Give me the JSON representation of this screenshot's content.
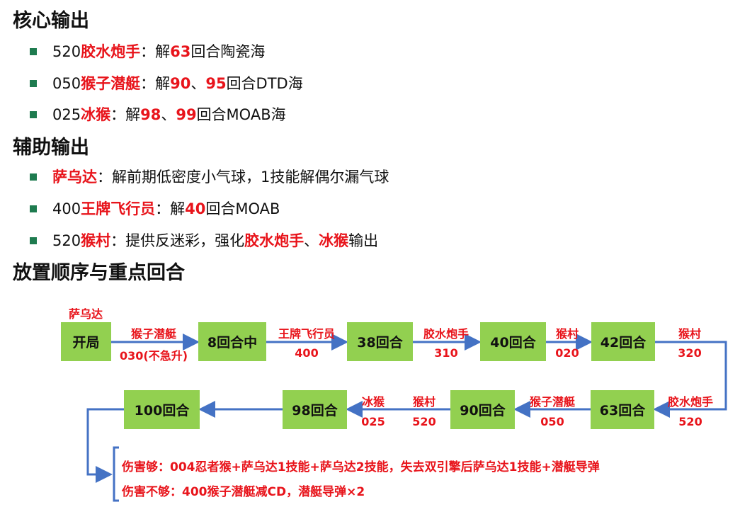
{
  "sections": {
    "core": "核心输出",
    "aux": "辅助输出",
    "order": "放置顺序与重点回合"
  },
  "core": [
    {
      "a": "520",
      "b": "胶水炮手",
      "c": "：解",
      "d": "63",
      "e": "回合陶瓷海"
    },
    {
      "a": "050",
      "b": "猴子潜艇",
      "c": "：解",
      "d": "90",
      "e": "、",
      "f": "95",
      "g": "回合DTD海"
    },
    {
      "a": "025",
      "b": "冰猴",
      "c": "：解",
      "d": "98",
      "e": "、",
      "f": "99",
      "g": "回合MOAB海"
    }
  ],
  "aux": [
    {
      "b": "萨乌达",
      "c": "：解前期低密度小气球，1技能解偶尔漏气球"
    },
    {
      "a": "400",
      "b": "王牌飞行员",
      "c": "：解",
      "d": "40",
      "e": "回合MOAB"
    },
    {
      "a": "520",
      "b": "猴村",
      "c": "：提供反迷彩，强化",
      "d": "胶水炮手",
      "e": "、",
      "f": "冰猴",
      "g": "输出"
    }
  ],
  "flow": {
    "nodes": [
      "开局",
      "8回合中",
      "38回合",
      "40回合",
      "42回合",
      "63回合",
      "90回合",
      "98回合",
      "100回合"
    ],
    "top_label": "萨乌达",
    "edges": [
      {
        "name": "猴子潜艇",
        "code": "030(不急升)"
      },
      {
        "name": "王牌飞行员",
        "code": "400"
      },
      {
        "name": "胶水炮手",
        "code": "310"
      },
      {
        "name": "猴村",
        "code": "020"
      },
      {
        "name": "猴村",
        "code": "320"
      },
      {
        "name": "胶水炮手",
        "code": "520"
      },
      {
        "name": "猴子潜艇",
        "code": "050"
      },
      {
        "name": "冰猴",
        "code": "025"
      },
      {
        "name": "猴村",
        "code": "520"
      }
    ],
    "notes": [
      "伤害够：004忍者猴+萨乌达1技能+萨乌达2技能，失去双引擎后萨乌达1技能+潜艇导弹",
      "伤害不够：400猴子潜艇减CD，潜艇导弹×2"
    ]
  },
  "colors": {
    "red": "#e8141b",
    "green": "#92d050",
    "arrow": "#4472c4",
    "bullet": "#1e7b4f"
  }
}
